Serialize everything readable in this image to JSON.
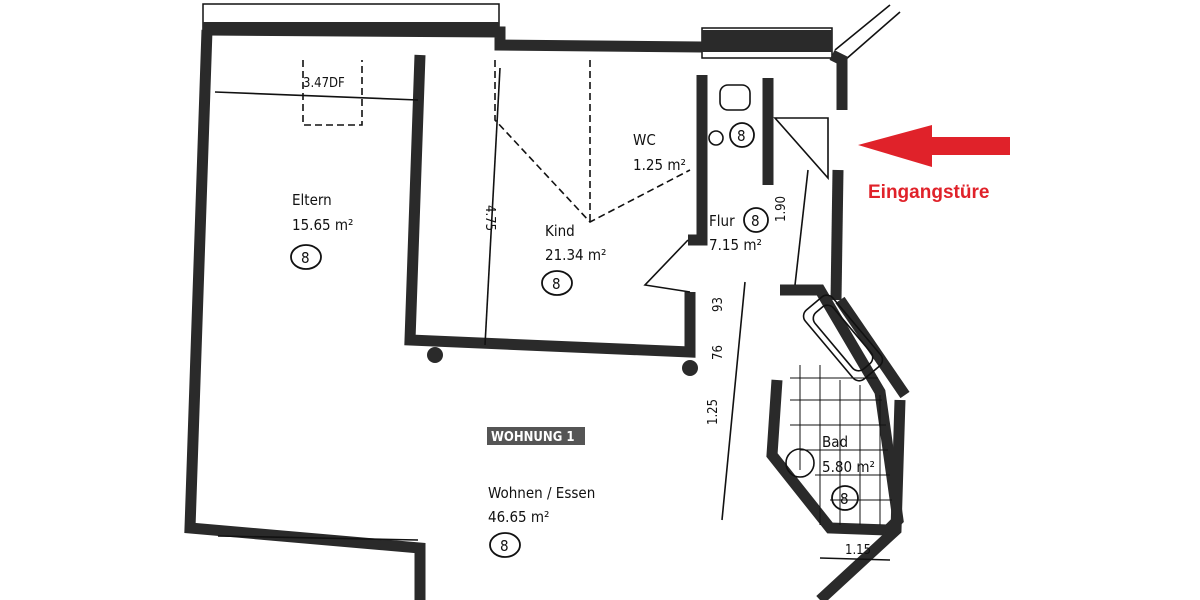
{
  "rooms": [
    {
      "name": "Eltern",
      "area": "15.65 m²",
      "tag": "8"
    },
    {
      "name": "Kind",
      "area": "21.34 m²",
      "tag": "8"
    },
    {
      "name": "WC",
      "area": "1.25 m²",
      "tag": "8"
    },
    {
      "name": "Flur",
      "area": "7.15 m²",
      "tag": "8"
    },
    {
      "name": "Bad",
      "area": "5.80 m²",
      "tag": "8"
    },
    {
      "name": "Wohnen / Essen",
      "area": "46.65 m²",
      "tag": "8"
    }
  ],
  "dimensions": {
    "dormer": "3.47DF",
    "kind_height": "4.75",
    "flur": "1.90",
    "d93": "93",
    "d76": "76",
    "d125": "1.25",
    "bad_width": "1.15"
  },
  "stamp": "WOHNUNG 1",
  "entrance": {
    "label": "Eingangstüre",
    "color": "#e0222a"
  }
}
